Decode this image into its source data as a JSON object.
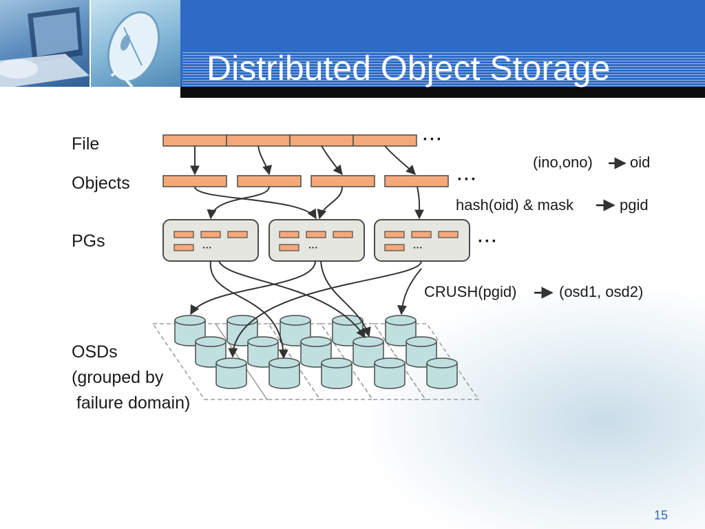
{
  "slide": {
    "title": "Distributed Object Storage",
    "page_number": "15"
  },
  "diagram": {
    "row_labels": {
      "file": "File",
      "objects": "Objects",
      "pgs": "PGs",
      "osds_line1": "OSDs",
      "osds_line2": "(grouped by",
      "osds_line3": " failure domain)"
    },
    "ellipsis": "···",
    "pg_inner_ellipsis": "···",
    "mappings": {
      "file_to_object": {
        "input": "(ino,ono)",
        "output": "oid"
      },
      "object_to_pg": {
        "input": "hash(oid) & mask",
        "output": "pgid"
      },
      "pg_to_osd": {
        "input": "CRUSH(pgid)",
        "output": "(osd1, osd2)"
      }
    },
    "colors": {
      "block_fill": "#f4a97a",
      "block_stroke": "#4a4a4a",
      "pg_fill": "#e6e6e0",
      "osd_fill": "#bfe0df",
      "arrow": "#333333",
      "title_band": "#2d6bc4"
    }
  }
}
